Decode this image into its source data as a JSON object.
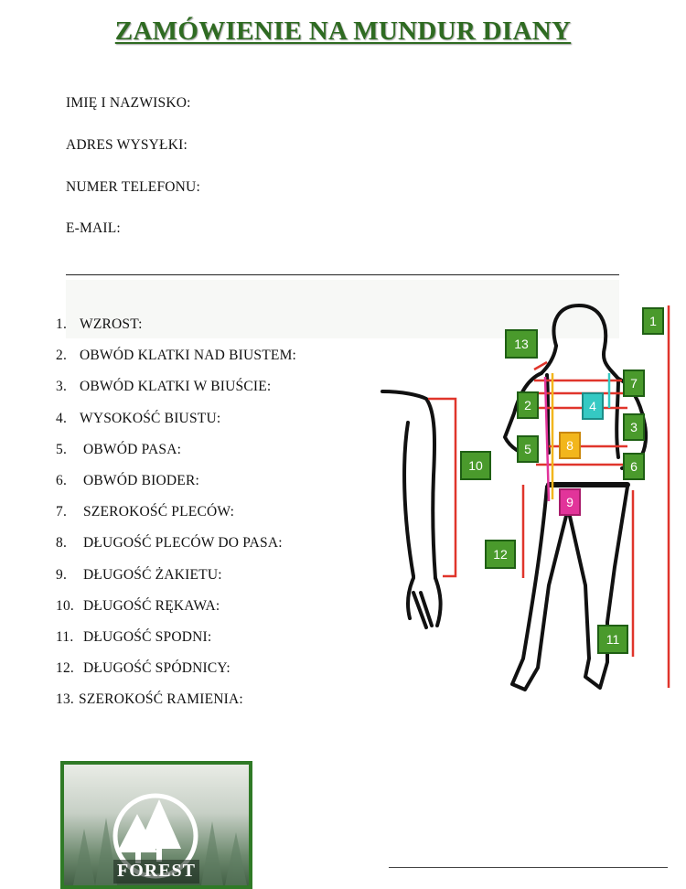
{
  "title": "ZAMÓWIENIE NA MUNDUR DIANY",
  "fields": {
    "name": "IMIĘ I NAZWISKO:",
    "address": "ADRES WYSYŁKI:",
    "phone": "NUMER TELEFONU:",
    "email": "E-MAIL:"
  },
  "measurements": [
    {
      "num": "1.",
      "label": "WZROST:"
    },
    {
      "num": "2.",
      "label": "OBWÓD KLATKI NAD BIUSTEM:"
    },
    {
      "num": "3.",
      "label": "OBWÓD KLATKI W BIUŚCIE:"
    },
    {
      "num": "4.",
      "label": "WYSOKOŚĆ BIUSTU:"
    },
    {
      "num": "5.",
      "label": "OBWÓD PASA:"
    },
    {
      "num": "6.",
      "label": "OBWÓD BIODER:"
    },
    {
      "num": "7.",
      "label": "SZEROKOŚĆ PLECÓW:"
    },
    {
      "num": "8.",
      "label": "DŁUGOŚĆ PLECÓW DO PASA:"
    },
    {
      "num": "9.",
      "label": "DŁUGOŚĆ ŻAKIETU:"
    },
    {
      "num": "10.",
      "label": "DŁUGOŚĆ RĘKAWA:"
    },
    {
      "num": "11.",
      "label": "DŁUGOŚĆ SPODNI:"
    },
    {
      "num": "12.",
      "label": "DŁUGOŚĆ SPÓDNICY:"
    },
    {
      "num": "13.",
      "label": "SZEROKOŚĆ RAMIENIA:"
    }
  ],
  "badges": [
    "1",
    "2",
    "3",
    "4",
    "5",
    "6",
    "7",
    "8",
    "9",
    "10",
    "11",
    "12",
    "13"
  ],
  "badge_colors": {
    "green": "#4a9a2c",
    "cyan": "#35c9c3",
    "yellow": "#f2b61c",
    "pink": "#e2349a"
  },
  "logo_text": "FOREST",
  "colors": {
    "title": "#2f6b22",
    "measure_line": "#e0352b"
  }
}
